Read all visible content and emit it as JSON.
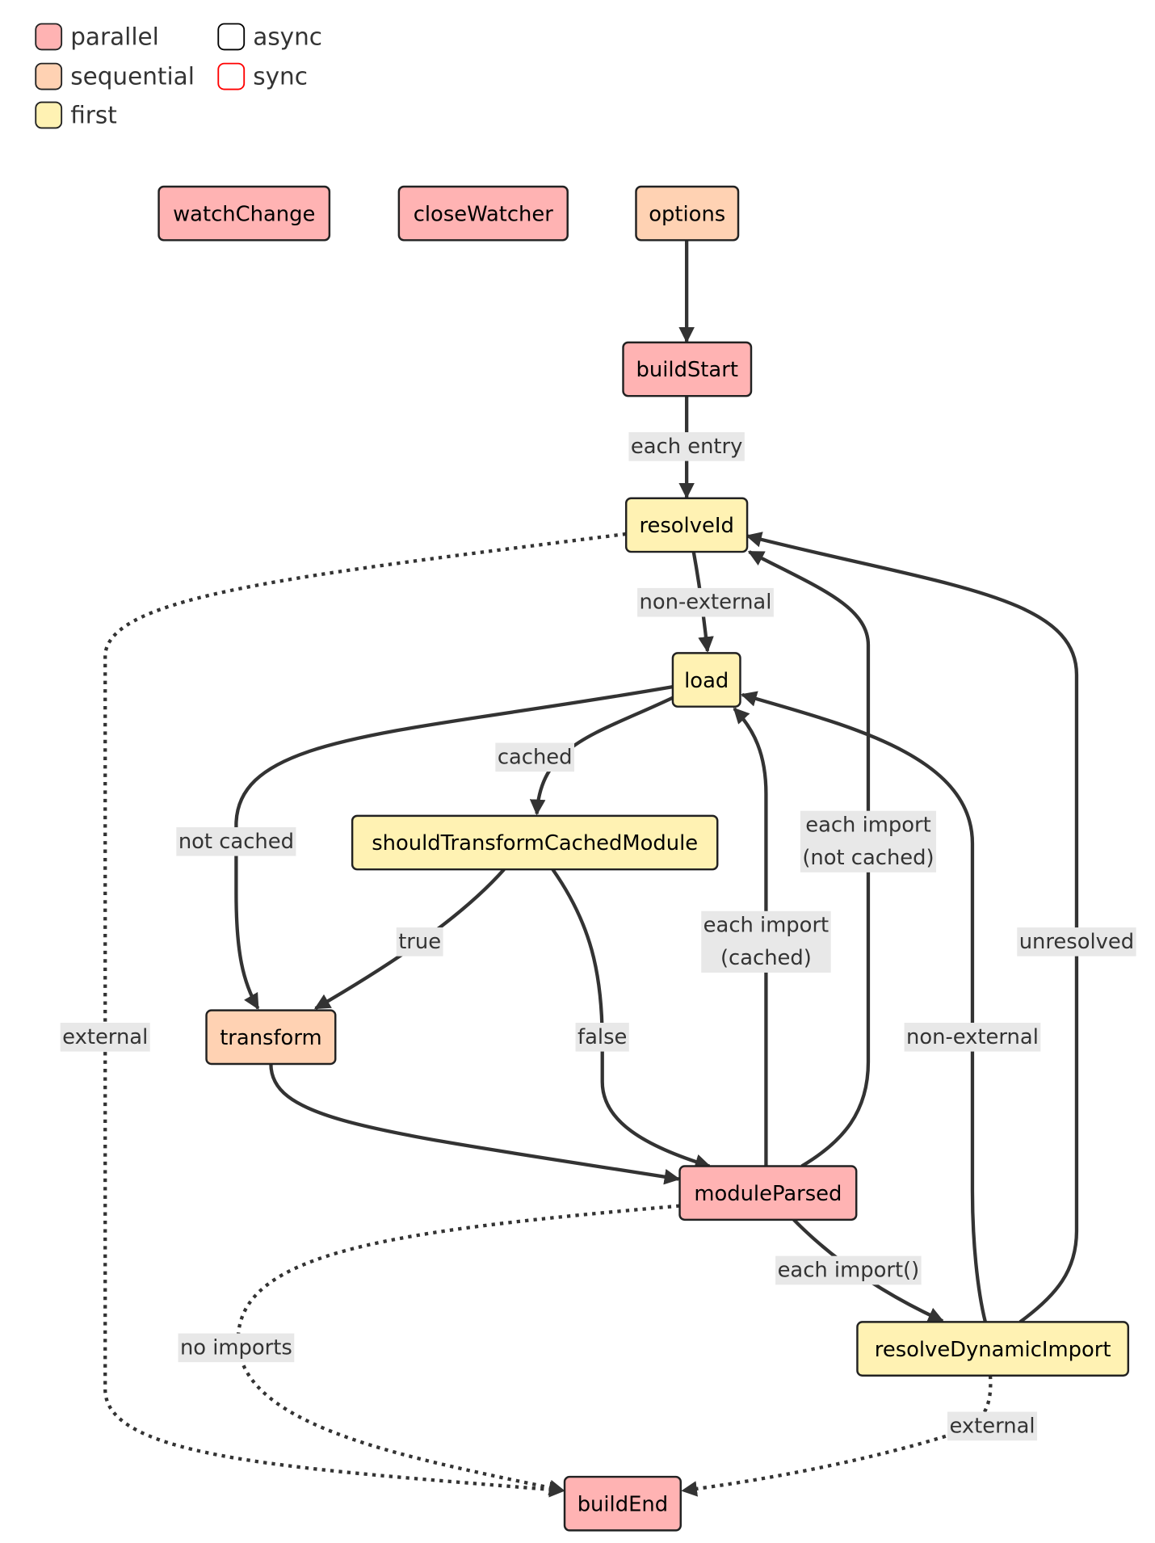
{
  "colors": {
    "parallel": "#ffb3b3",
    "sequential": "#ffd2b3",
    "first": "#fff2b3",
    "async_border": "#000000",
    "sync_border": "#ff0000",
    "edge": "#333333",
    "label_bg": "#e8e8e8"
  },
  "legend": [
    {
      "label": "parallel",
      "kind": "parallel"
    },
    {
      "label": "async",
      "kind": "async"
    },
    {
      "label": "sequential",
      "kind": "sequential"
    },
    {
      "label": "sync",
      "kind": "sync"
    },
    {
      "label": "first",
      "kind": "first"
    }
  ],
  "nodes": [
    {
      "id": "watchChange",
      "label": "watchChange",
      "kind": "parallel"
    },
    {
      "id": "closeWatcher",
      "label": "closeWatcher",
      "kind": "parallel"
    },
    {
      "id": "options",
      "label": "options",
      "kind": "sequential"
    },
    {
      "id": "buildStart",
      "label": "buildStart",
      "kind": "parallel"
    },
    {
      "id": "resolveId",
      "label": "resolveId",
      "kind": "first"
    },
    {
      "id": "load",
      "label": "load",
      "kind": "first"
    },
    {
      "id": "shouldTransformCachedModule",
      "label": "shouldTransformCachedModule",
      "kind": "first"
    },
    {
      "id": "transform",
      "label": "transform",
      "kind": "sequential"
    },
    {
      "id": "moduleParsed",
      "label": "moduleParsed",
      "kind": "parallel"
    },
    {
      "id": "resolveDynamicImport",
      "label": "resolveDynamicImport",
      "kind": "first"
    },
    {
      "id": "buildEnd",
      "label": "buildEnd",
      "kind": "parallel"
    }
  ],
  "edges": [
    {
      "id": "options-buildStart",
      "from": "options",
      "to": "buildStart",
      "label": [],
      "style": "solid"
    },
    {
      "id": "buildStart-resolveId",
      "from": "buildStart",
      "to": "resolveId",
      "label": [
        "each entry"
      ],
      "style": "solid"
    },
    {
      "id": "resolveId-load",
      "from": "resolveId",
      "to": "load",
      "label": [
        "non-external"
      ],
      "style": "solid"
    },
    {
      "id": "resolveId-buildEnd",
      "from": "resolveId",
      "to": "buildEnd",
      "label": [
        "external"
      ],
      "style": "dotted"
    },
    {
      "id": "load-stcm",
      "from": "load",
      "to": "shouldTransformCachedModule",
      "label": [
        "cached"
      ],
      "style": "solid"
    },
    {
      "id": "load-transform",
      "from": "load",
      "to": "transform",
      "label": [
        "not cached"
      ],
      "style": "solid"
    },
    {
      "id": "stcm-transform",
      "from": "shouldTransformCachedModule",
      "to": "transform",
      "label": [
        "true"
      ],
      "style": "solid"
    },
    {
      "id": "stcm-moduleParsed",
      "from": "shouldTransformCachedModule",
      "to": "moduleParsed",
      "label": [
        "false"
      ],
      "style": "solid"
    },
    {
      "id": "transform-moduleParsed",
      "from": "transform",
      "to": "moduleParsed",
      "label": [],
      "style": "solid"
    },
    {
      "id": "moduleParsed-load",
      "from": "moduleParsed",
      "to": "load",
      "label": [
        "each import",
        "(cached)"
      ],
      "style": "solid"
    },
    {
      "id": "moduleParsed-resolveId",
      "from": "moduleParsed",
      "to": "resolveId",
      "label": [
        "each import",
        "(not cached)"
      ],
      "style": "solid"
    },
    {
      "id": "moduleParsed-rdi",
      "from": "moduleParsed",
      "to": "resolveDynamicImport",
      "label": [
        "each import()"
      ],
      "style": "solid"
    },
    {
      "id": "moduleParsed-buildEnd",
      "from": "moduleParsed",
      "to": "buildEnd",
      "label": [
        "no imports"
      ],
      "style": "dotted"
    },
    {
      "id": "rdi-load",
      "from": "resolveDynamicImport",
      "to": "load",
      "label": [
        "non-external"
      ],
      "style": "solid"
    },
    {
      "id": "rdi-resolveId",
      "from": "resolveDynamicImport",
      "to": "resolveId",
      "label": [
        "unresolved"
      ],
      "style": "solid"
    },
    {
      "id": "rdi-buildEnd",
      "from": "resolveDynamicImport",
      "to": "buildEnd",
      "label": [
        "external"
      ],
      "style": "dotted"
    }
  ]
}
